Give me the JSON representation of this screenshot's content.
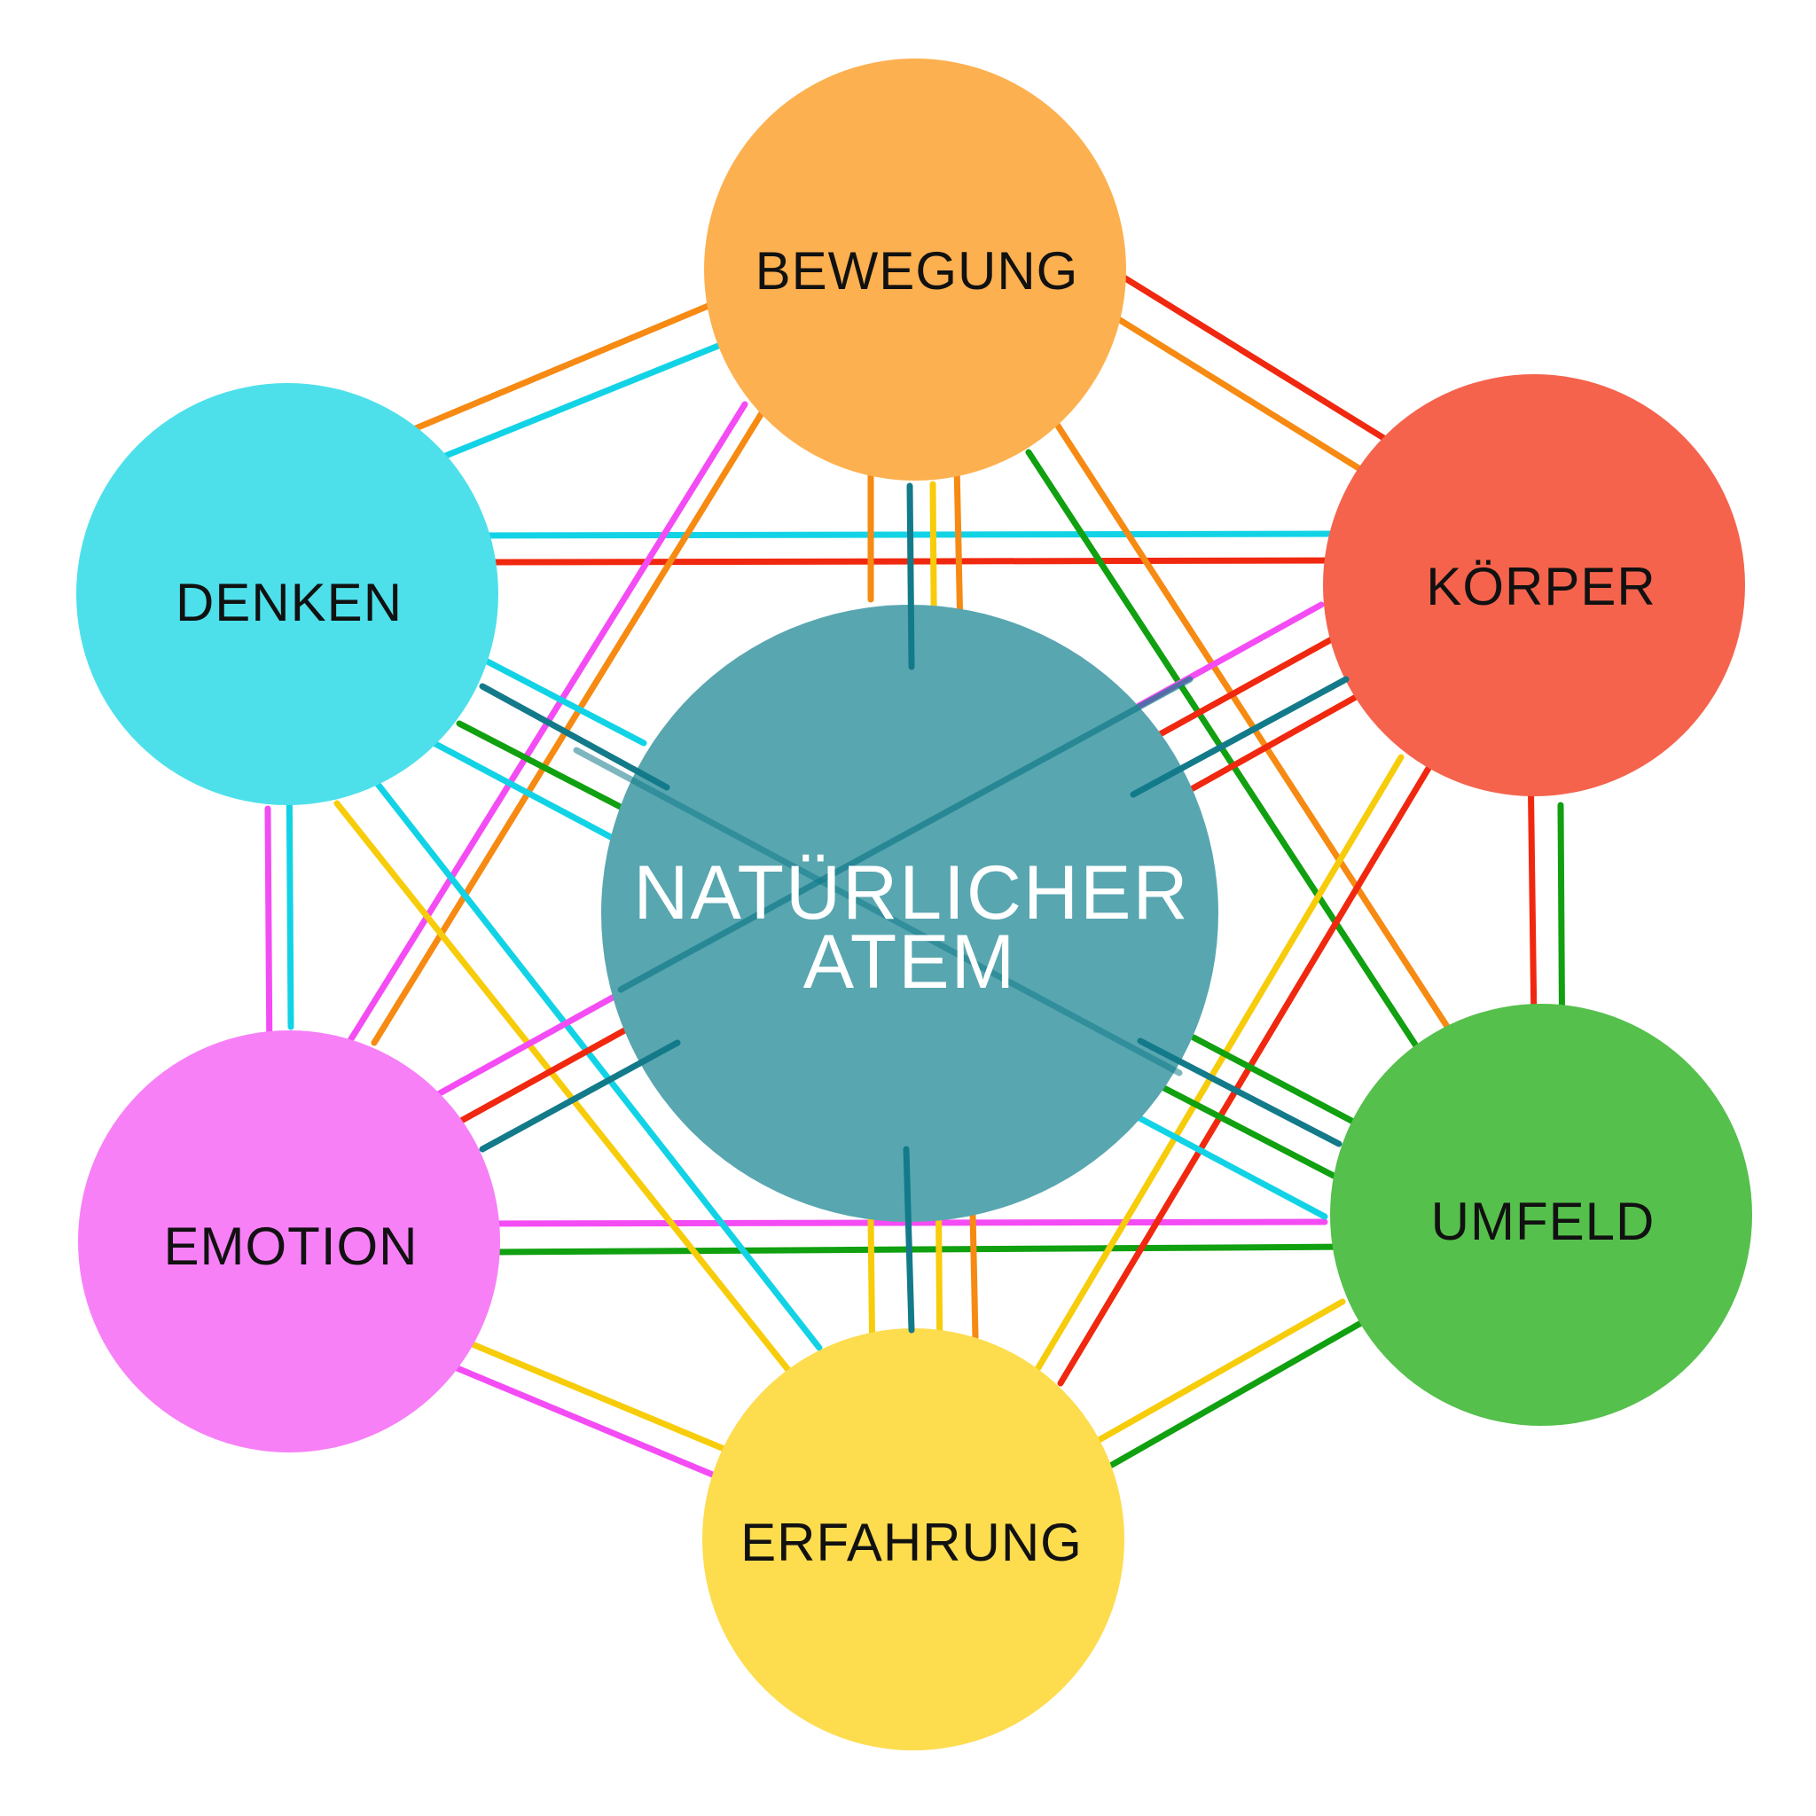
{
  "nodes": [
    {
      "id": "bewegung",
      "label": "BEWEGUNG",
      "color": "#FDB04F"
    },
    {
      "id": "koerper",
      "label": "KÖRPER",
      "color": "#F5634D"
    },
    {
      "id": "umfeld",
      "label": "UMFELD",
      "color": "#55C04C"
    },
    {
      "id": "erfahrung",
      "label": "ERFAHRUNG",
      "color": "#FDDC4E"
    },
    {
      "id": "emotion",
      "label": "EMOTION",
      "color": "#F780F7"
    },
    {
      "id": "denken",
      "label": "DENKEN",
      "color": "#4DE0EA"
    }
  ],
  "center": {
    "id": "natuerlicher-atem",
    "label_line1": "NATÜRLICHER",
    "label_line2": "ATEM",
    "color": "#58A6B0"
  },
  "connection_colors": {
    "bewegung": "#F68A12",
    "koerper": "#F0280F",
    "umfeld": "#10A010",
    "erfahrung": "#F7CC0A",
    "emotion": "#F44CF4",
    "denken": "#12D3E6",
    "center": "#137A8A"
  }
}
